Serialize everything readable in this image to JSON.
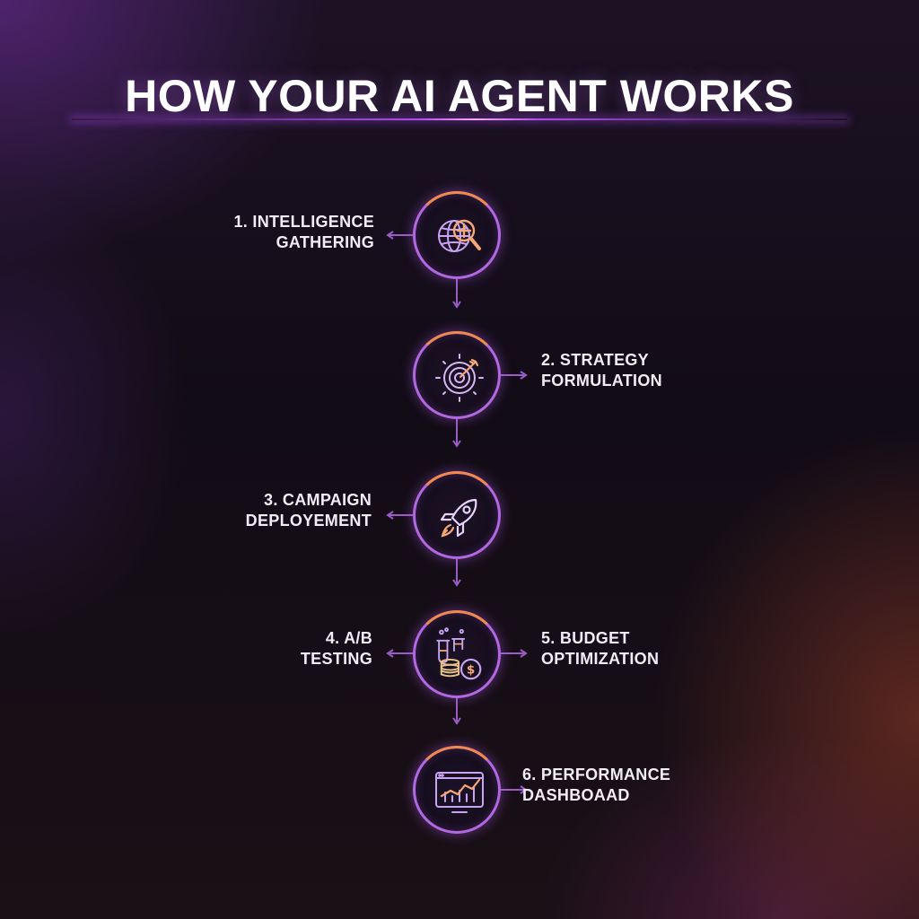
{
  "title": "HOW YOUR AI AGENT WORKS",
  "accent_color": "#b268e0",
  "highlight_color": "#f08a4a",
  "steps": [
    {
      "line1": "1. INTELLIGENCE",
      "line2": "GATHERING",
      "icon": "globe-magnifier-icon",
      "side": "left"
    },
    {
      "line1": "2. STRATEGY",
      "line2": "FORMULATION",
      "icon": "target-arrow-icon",
      "side": "right"
    },
    {
      "line1": "3. CAMPAIGN",
      "line2": "DEPLOYEMENT",
      "icon": "rocket-icon",
      "side": "left"
    },
    {
      "line1": "4. A/B",
      "line2": "TESTING",
      "icon": "test-tubes-icon",
      "side": "left"
    },
    {
      "line1": "5. BUDGET",
      "line2": "OPTIMIZATION",
      "icon": "coins-dollar-icon",
      "side": "right"
    },
    {
      "line1": "6. PERFORMANCE",
      "line2": "DASHBOAAD",
      "icon": "dashboard-chart-icon",
      "side": "right"
    }
  ]
}
